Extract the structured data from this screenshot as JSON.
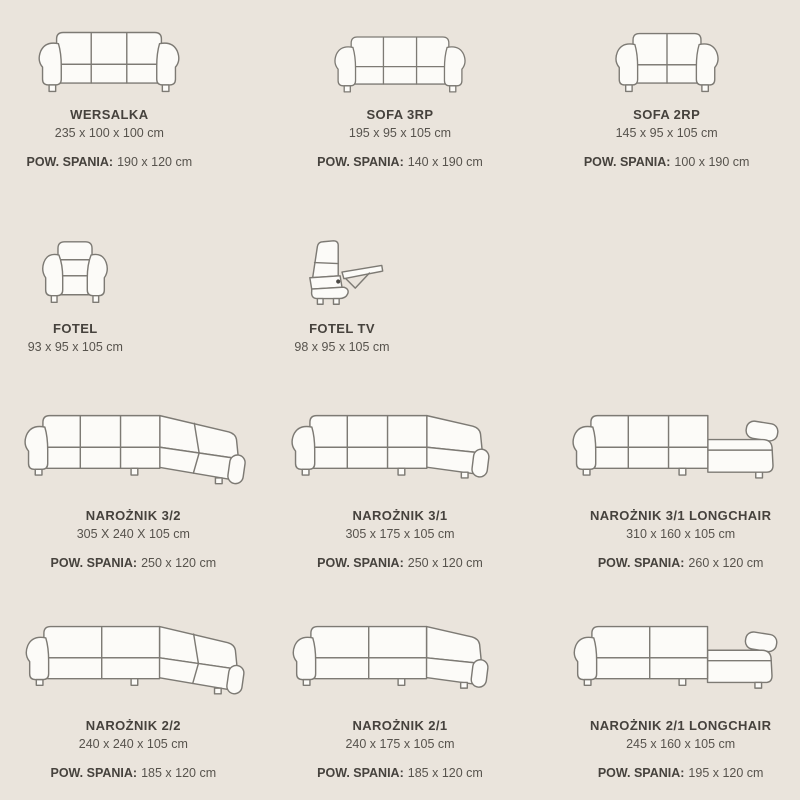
{
  "colors": {
    "background": "#eae4dc",
    "line_art": "#7d7a74",
    "heading_text": "#46423d",
    "body_text": "#57534d"
  },
  "labels": {
    "sleeping_area": "POW. SPANIA:"
  },
  "products": [
    {
      "name": "WERSALKA",
      "dimensions": "235 x 100 x 100 cm",
      "sleeping_area": "190 x 120 cm",
      "icon": "sofa-3-seat"
    },
    {
      "name": "SOFA 3RP",
      "dimensions": "195 x 95 x 105 cm",
      "sleeping_area": "140 x 190 cm",
      "icon": "sofa-3-seat"
    },
    {
      "name": "SOFA 2RP",
      "dimensions": "145 x 95 x 105 cm",
      "sleeping_area": "100 x 190 cm",
      "icon": "sofa-2-seat"
    },
    {
      "name": "FOTEL",
      "dimensions": "93 x 95 x 105 cm",
      "icon": "armchair"
    },
    {
      "name": "FOTEL TV",
      "dimensions": "98 x 95 x 105 cm",
      "icon": "recliner"
    },
    {
      "name": "NAROŻNIK 3/2",
      "dimensions": "305 X 240 X 105 cm",
      "sleeping_area": "250 x 120 cm",
      "icon": "corner-sofa-3-2"
    },
    {
      "name": "NAROŻNIK 3/1",
      "dimensions": "305 x 175 x 105 cm",
      "sleeping_area": "250 x 120 cm",
      "icon": "corner-sofa-3-1"
    },
    {
      "name": "NAROŻNIK 3/1 LONGCHAIR",
      "dimensions": "310 x 160 x 105 cm",
      "sleeping_area": "260 x 120 cm",
      "icon": "corner-sofa-3-1-longchair"
    },
    {
      "name": "NAROŻNIK 2/2",
      "dimensions": "240 x 240 x 105 cm",
      "sleeping_area": "185 x 120 cm",
      "icon": "corner-sofa-2-2"
    },
    {
      "name": "NAROŻNIK 2/1",
      "dimensions": "240 x 175 x 105 cm",
      "sleeping_area": "185 x 120 cm",
      "icon": "corner-sofa-2-1"
    },
    {
      "name": "NAROŻNIK 2/1 LONGCHAIR",
      "dimensions": "245 x 160 x 105 cm",
      "sleeping_area": "195 x 120 cm",
      "icon": "corner-sofa-2-1-longchair"
    }
  ]
}
